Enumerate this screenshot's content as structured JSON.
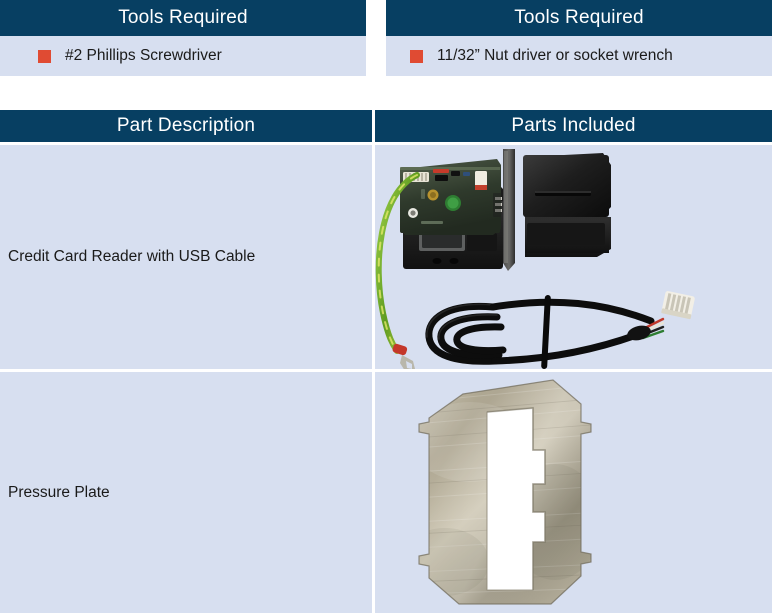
{
  "theme": {
    "header_blue": "#073f62",
    "cell_blue": "#d7dff0",
    "bullet_red": "#e04b33",
    "text_dark": "#1a1a1a",
    "page_bg": "#ffffff"
  },
  "tools_tables": [
    {
      "header": "Tools Required",
      "items": [
        {
          "bullet": "red-square-bullet",
          "label": "#2 Phillips Screwdriver"
        }
      ]
    },
    {
      "header": "Tools Required",
      "items": [
        {
          "bullet": "red-square-bullet",
          "label": "11/32” Nut driver or socket wrench"
        }
      ]
    }
  ],
  "parts_table": {
    "headers": [
      "Part Description",
      "Parts Included"
    ],
    "rows": [
      {
        "description": "Credit Card Reader with USB Cable",
        "image_name": "credit-card-reader-with-usb-cable-photo"
      },
      {
        "description": "Pressure Plate",
        "image_name": "pressure-plate-photo"
      }
    ]
  }
}
